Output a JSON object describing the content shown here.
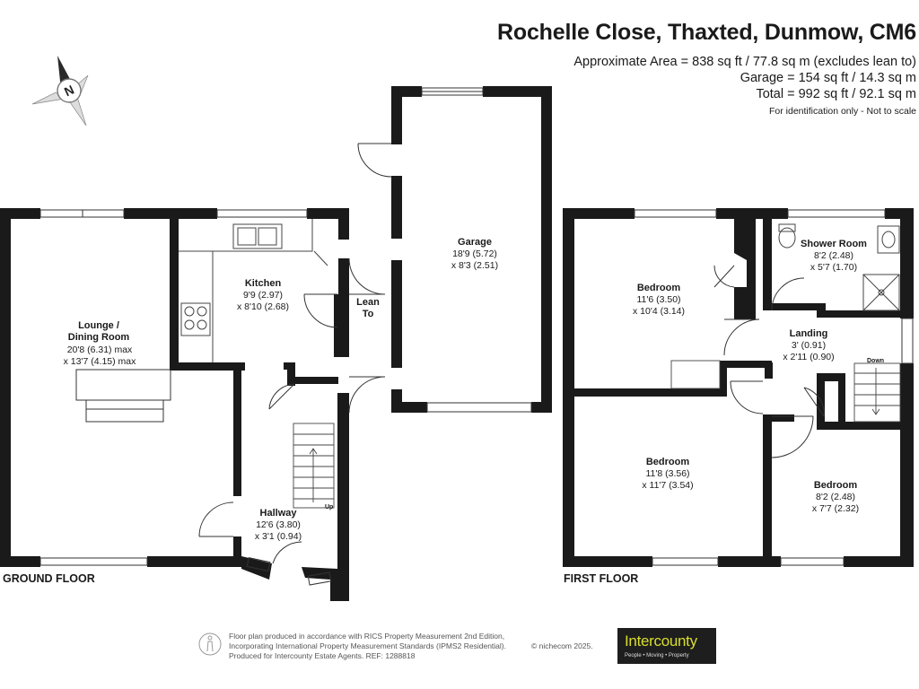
{
  "header": {
    "title": "Rochelle Close, Thaxted, Dunmow, CM6",
    "area_main": "Approximate Area = 838 sq ft / 77.8 sq m (excludes lean to)",
    "area_garage": "Garage = 154 sq ft / 14.3 sq m",
    "area_total": "Total = 992 sq ft / 92.1 sq m",
    "note": "For identification only - Not to scale"
  },
  "compass": {
    "label": "N"
  },
  "ground_floor": {
    "label": "GROUND FLOOR",
    "lounge": {
      "name1": "Lounge /",
      "name2": "Dining Room",
      "dim1": "20'8 (6.31) max",
      "dim2": "x 13'7 (4.15) max"
    },
    "kitchen": {
      "name": "Kitchen",
      "dim1": "9'9 (2.97)",
      "dim2": "x 8'10 (2.68)"
    },
    "hallway": {
      "name": "Hallway",
      "dim1": "12'6 (3.80)",
      "dim2": "x 3'1 (0.94)"
    },
    "stairs_label": "Up",
    "lean_to": {
      "name1": "Lean",
      "name2": "To"
    },
    "garage": {
      "name": "Garage",
      "dim1": "18'9 (5.72)",
      "dim2": "x 8'3 (2.51)"
    }
  },
  "first_floor": {
    "label": "FIRST FLOOR",
    "bedroom1": {
      "name": "Bedroom",
      "dim1": "11'6 (3.50)",
      "dim2": "x 10'4 (3.14)"
    },
    "shower_room": {
      "name": "Shower Room",
      "dim1": "8'2 (2.48)",
      "dim2": "x 5'7 (1.70)"
    },
    "landing": {
      "name": "Landing",
      "dim1": "3' (0.91)",
      "dim2": "x 2'11 (0.90)"
    },
    "stairs_label": "Down",
    "bedroom2": {
      "name": "Bedroom",
      "dim1": "11'8 (3.56)",
      "dim2": "x 11'7 (3.54)"
    },
    "bedroom3": {
      "name": "Bedroom",
      "dim1": "8'2 (2.48)",
      "dim2": "x 7'7 (2.32)"
    }
  },
  "footer": {
    "line1": "Floor plan produced in accordance with RICS Property Measurement 2nd Edition,",
    "line2": "Incorporating International Property Measurement Standards (IPMS2 Residential).",
    "line3": "Produced for Intercounty Estate Agents.   REF:  1288818",
    "copyright": "© nichecom 2025."
  },
  "logo": {
    "name": "Intercounty",
    "tagline": "People • Moving • Property",
    "color": "#d9de2e",
    "background": "#1e1e1e"
  }
}
